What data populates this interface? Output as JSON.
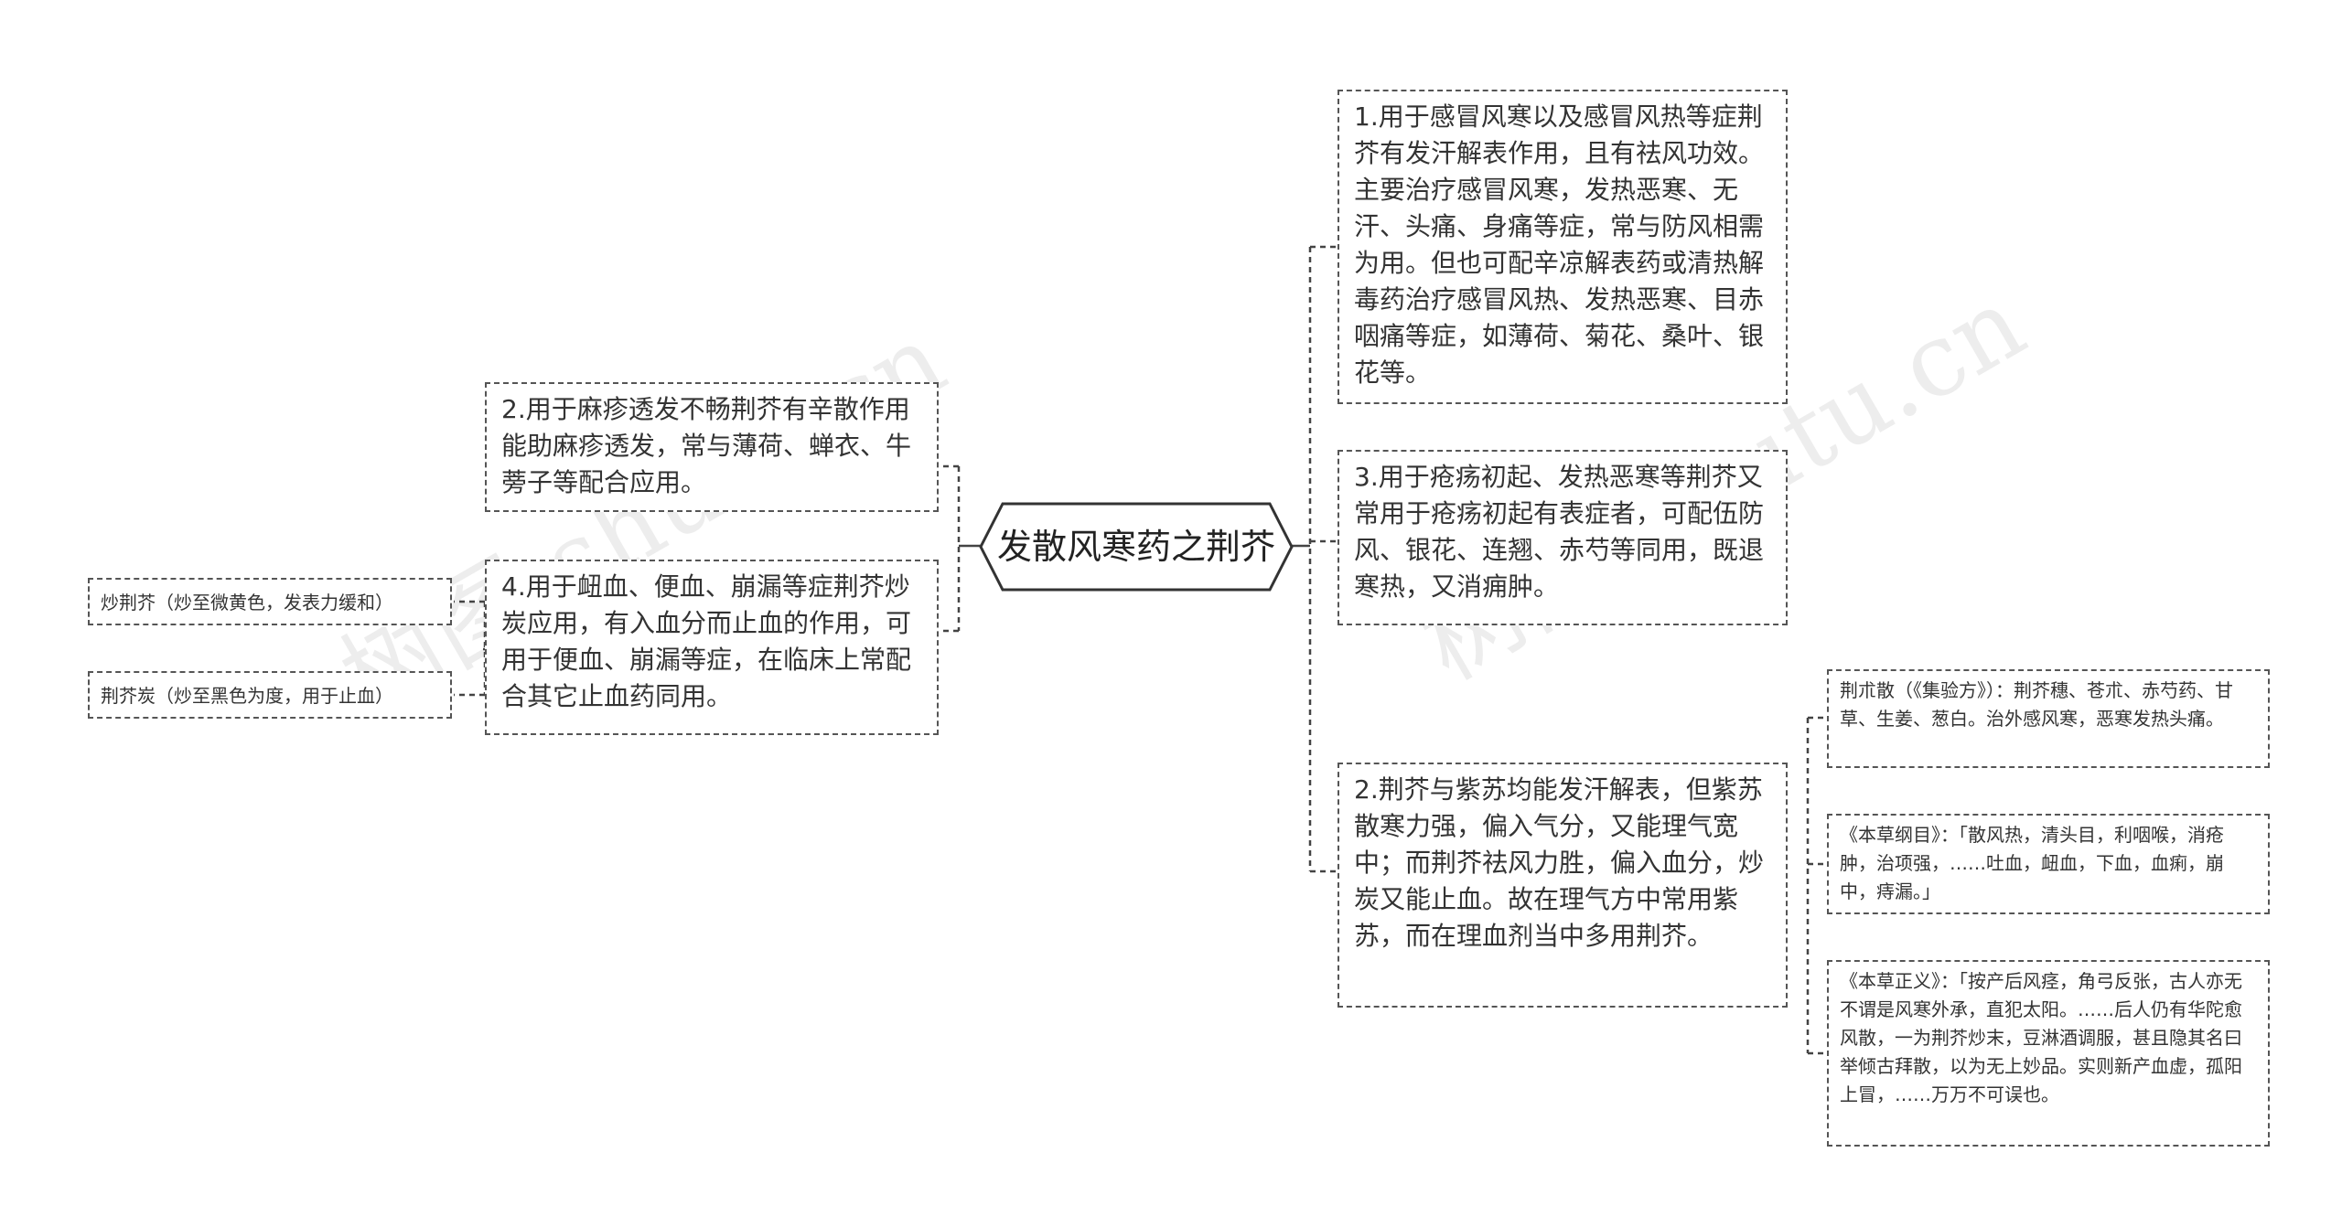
{
  "watermarks": [
    "树图 shutu.cn",
    "树图 shutu.cn"
  ],
  "root": {
    "label": "发散风寒药之荆芥"
  },
  "left": {
    "n2": "2.用于麻疹透发不畅荆芥有辛散作用能助麻疹透发，常与薄荷、蝉衣、牛蒡子等配合应用。",
    "n4": "4.用于衄血、便血、崩漏等症荆芥炒炭应用，有入血分而止血的作用，可用于便血、崩漏等症，在临床上常配合其它止血药同用。",
    "n4_children": {
      "a": "炒荆芥（炒至微黄色，发表力缓和）",
      "b": "荆芥炭（炒至黑色为度，用于止血）"
    }
  },
  "right": {
    "n1": "1.用于感冒风寒以及感冒风热等症荆芥有发汗解表作用，且有祛风功效。主要治疗感冒风寒，发热恶寒、无汗、头痛、身痛等症，常与防风相需为用。但也可配辛凉解表药或清热解毒药治疗感冒风热、发热恶寒、目赤咽痛等症，如薄荷、菊花、桑叶、银花等。",
    "n3": "3.用于疮疡初起、发热恶寒等荆芥又常用于疮疡初起有表症者，可配伍防风、银花、连翘、赤芍等同用，既退寒热，又消痈肿。",
    "n2b": "2.荆芥与紫苏均能发汗解表，但紫苏散寒力强，偏入气分，又能理气宽中；而荆芥祛风力胜，偏入血分，炒炭又能止血。故在理气方中常用紫苏，而在理血剂当中多用荆芥。",
    "n2b_children": {
      "a": "荆朮散（《集验方》）：荆芥穗、苍朮、赤芍药、甘草、生姜、葱白。治外感风寒，恶寒发热头痛。",
      "b": "《本草纲目》：「散风热，清头目，利咽喉，消疮肿，治项强，……吐血，衄血，下血，血痢，崩中，痔漏。」",
      "c": "《本草正义》：「按产后风痉，角弓反张，古人亦无不谓是风寒外承，直犯太阳。……后人仍有华陀愈风散，一为荆芥炒末，豆淋酒调服，甚且隐其名曰举倾古拜散，以为无上妙品。实则新产血虚，孤阳上冒，……万万不可误也。"
    }
  },
  "colors": {
    "border": "#555555",
    "text": "#333333",
    "line": "#444444"
  }
}
